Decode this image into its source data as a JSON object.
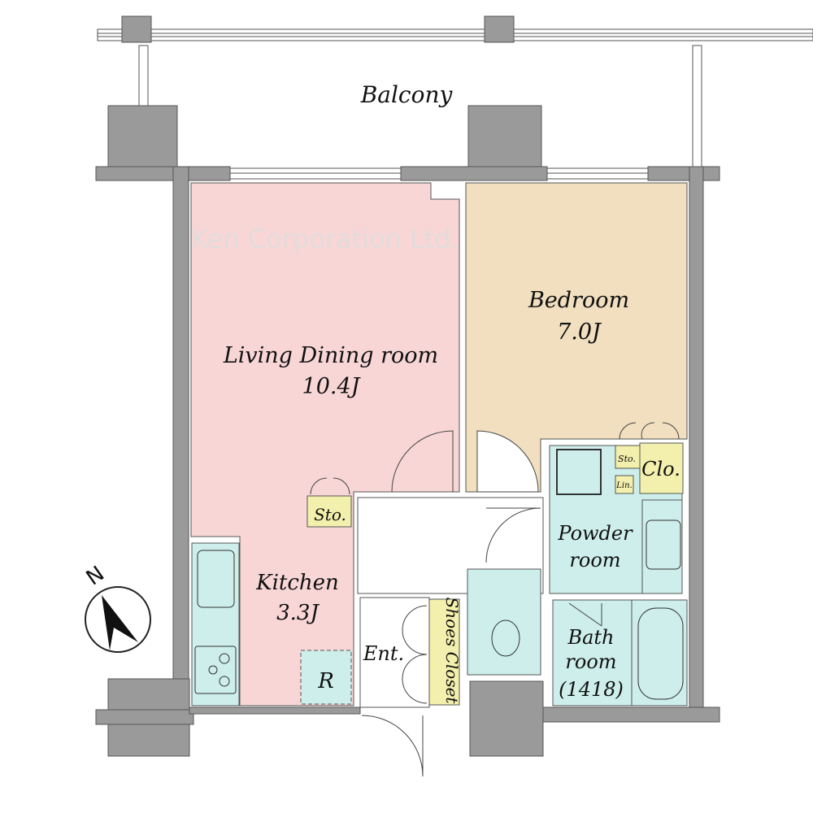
{
  "labels": {
    "balcony": "Balcony",
    "living_name": "Living Dining room",
    "living_size": "10.4J",
    "bedroom_name": "Bedroom",
    "bedroom_size": "7.0J",
    "kitchen_name": "Kitchen",
    "kitchen_size": "3.3J",
    "storage_living": "Sto.",
    "storage_bedroom": "Sto.",
    "closet": "Clo.",
    "linen": "Lin.",
    "powder_1": "Powder",
    "powder_2": "room",
    "bath_1": "Bath",
    "bath_2": "room",
    "bath_3": "(1418)",
    "entrance": "Ent.",
    "shoes_closet": "Shoes Closet",
    "refrigerator": "R",
    "north": "N"
  },
  "watermark": "Ken Corporation Ltd.",
  "colors": {
    "living": "#f8d6d6",
    "bedroom": "#f1dfbf",
    "wet": "#cdeeea",
    "storage": "#f3efac",
    "wall": "#9a9a9a"
  }
}
